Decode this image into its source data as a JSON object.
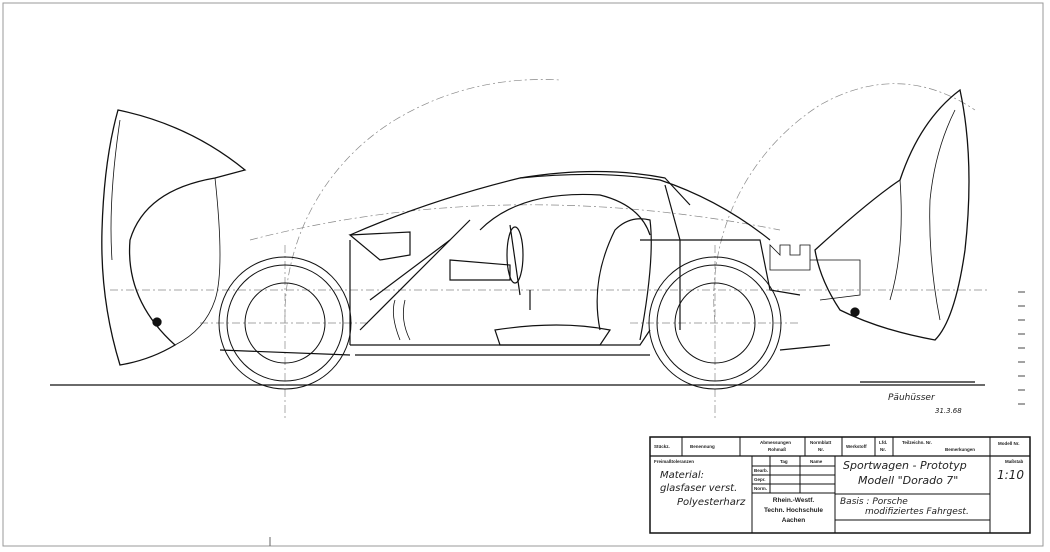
{
  "drawing": {
    "subject": "Sportwagen - Prototyp",
    "signature": "Päuhüsser",
    "date": "31.3.68"
  },
  "title_block": {
    "headers": {
      "stueckz": "Stückz.",
      "benennung": "Benennung",
      "abmessungen": "Abmessungen",
      "rohmass": "Rohmaß",
      "normblatt": "Normblatt",
      "normblatt_nr": "Nr.",
      "werkstoff": "Werkstoff",
      "lfd": "Lfd.",
      "lfd_nr": "Nr.",
      "teilzeichn": "Teilzeichn. Nr.",
      "bemerkungen": "Bemerkungen",
      "modell_nr": "Modell Nr."
    },
    "freimass": "Freimaßtoleranzen",
    "material_lines": [
      "Material:",
      "glasfaser verst.",
      "Polyesterharz"
    ],
    "grid": {
      "tag": "Tag",
      "name": "Name",
      "rows": [
        "Bearb.",
        "Gepr.",
        "Norm."
      ]
    },
    "institution_lines": [
      "Rhein.-Westf.",
      "Techn. Hochschule",
      "Aachen"
    ],
    "title_line1": "Sportwagen - Prototyp",
    "title_line2": "Modell  \"Dorado 7\"",
    "basis_line1": "Basis :  Porsche",
    "basis_line2": "modifiziertes Fahrgest.",
    "massstab_label": "Maßstab",
    "massstab": "1:10"
  }
}
